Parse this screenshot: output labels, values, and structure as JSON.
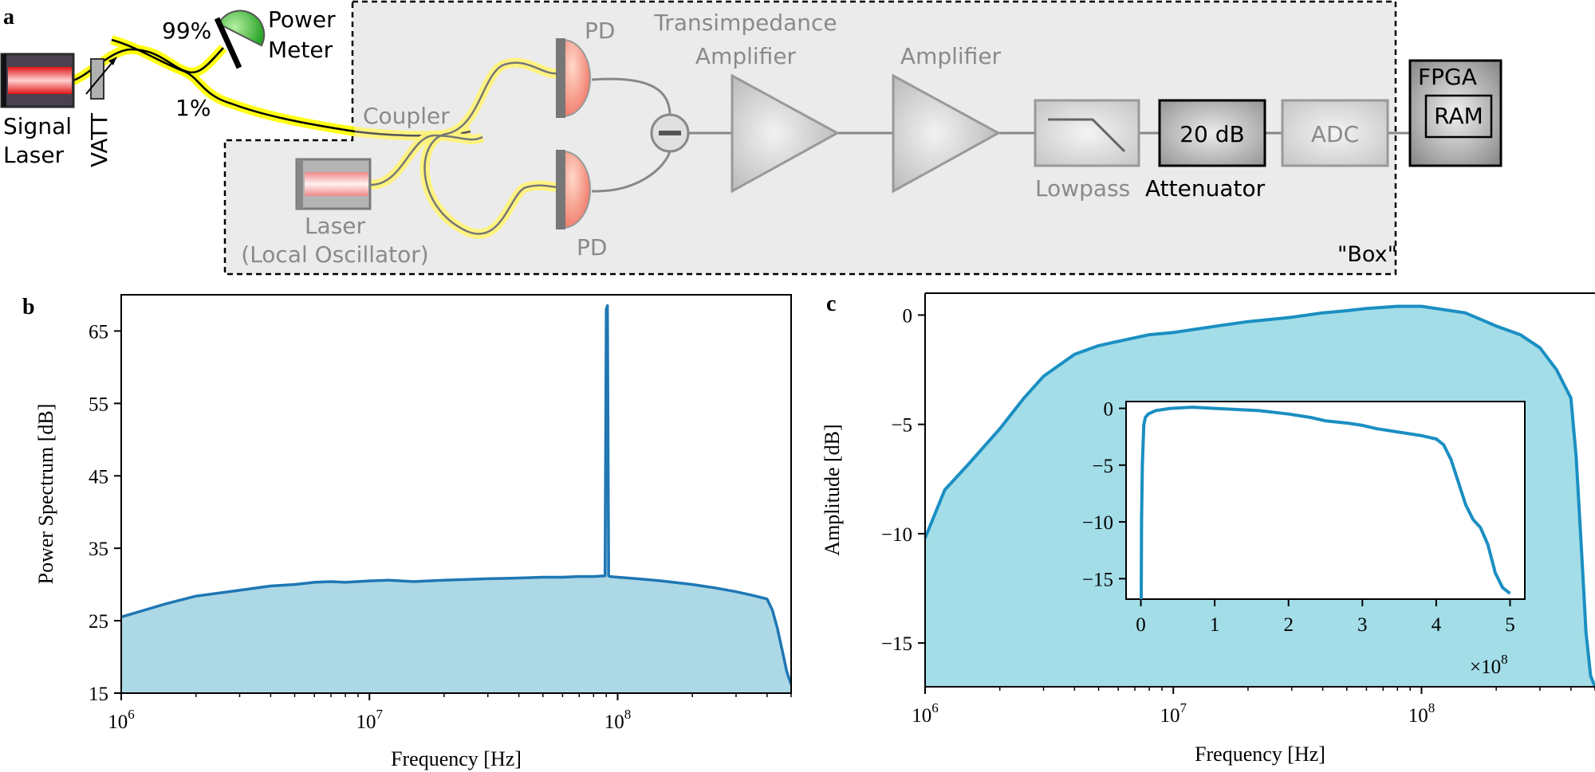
{
  "panel_labels": {
    "a": "a",
    "b": "b",
    "c": "c"
  },
  "diagram": {
    "signal_laser": [
      "Signal",
      "Laser"
    ],
    "vatt": "VATT",
    "split_high": "99%",
    "split_low": "1%",
    "power_meter": [
      "Power",
      "Meter"
    ],
    "coupler": "Coupler",
    "pd_top": "PD",
    "pd_bottom": "PD",
    "lo_laser": [
      "Laser",
      "(Local Oscillator)"
    ],
    "tia": [
      "Transimpedance",
      "Amplifier"
    ],
    "amplifier": "Amplifier",
    "lowpass": "Lowpass",
    "attenuator_value": "20 dB",
    "attenuator": "Attenuator",
    "adc": "ADC",
    "fpga": "FPGA",
    "ram": "RAM",
    "box": "\"Box\""
  },
  "chart_data": [
    {
      "type": "area",
      "panel": "b",
      "title": "",
      "xlabel": "Frequency [Hz]",
      "ylabel": "Power Spectrum [dB]",
      "xscale": "log",
      "xlim": [
        1000000,
        500000000
      ],
      "ylim": [
        15,
        70
      ],
      "yticks": [
        15,
        25,
        35,
        45,
        55,
        65
      ],
      "xtick_labels": [
        "10",
        "10",
        "10"
      ],
      "xtick_exponents": [
        "6",
        "7",
        "8"
      ],
      "xtick_values": [
        1000000,
        10000000,
        100000000
      ],
      "line_color": "#1f77b4",
      "fill_color": "#add8e6",
      "grid": false,
      "series": [
        {
          "x": [
            1000000,
            1500000,
            2000000,
            3000000,
            4000000,
            5000000,
            6000000,
            7000000,
            8000000,
            10000000,
            12000000,
            15000000,
            20000000,
            25000000,
            30000000,
            40000000,
            50000000,
            60000000,
            70000000,
            80000000,
            89000000,
            90000000,
            91000000,
            92000000,
            93000000,
            100000000,
            120000000,
            150000000,
            200000000,
            250000000,
            300000000,
            350000000,
            400000000,
            420000000,
            440000000,
            460000000,
            480000000,
            500000000
          ],
          "y": [
            25.5,
            27.3,
            28.4,
            29.2,
            29.8,
            30.0,
            30.3,
            30.4,
            30.3,
            30.5,
            30.6,
            30.4,
            30.6,
            30.7,
            30.8,
            30.9,
            31.0,
            31.0,
            31.1,
            31.1,
            31.2,
            68.0,
            68.5,
            31.2,
            31.1,
            31.0,
            30.8,
            30.5,
            30.0,
            29.5,
            29.0,
            28.5,
            28.0,
            26.5,
            24.0,
            21.0,
            18.0,
            16.2
          ]
        }
      ]
    },
    {
      "type": "area",
      "panel": "c",
      "title": "",
      "xlabel": "Frequency [Hz]",
      "ylabel": "Amplitude [dB]",
      "xscale": "log",
      "xlim": [
        1000000,
        500000000
      ],
      "ylim": [
        -17,
        1
      ],
      "yticks": [
        -15,
        -10,
        -5,
        0
      ],
      "ytick_labels": [
        "−15",
        "−10",
        "−5",
        "0"
      ],
      "xtick_labels": [
        "10",
        "10",
        "10"
      ],
      "xtick_exponents": [
        "6",
        "7",
        "8"
      ],
      "xtick_values": [
        1000000,
        10000000,
        100000000
      ],
      "line_color": "#1b8fc2",
      "fill_color": "#a3dde8",
      "grid": false,
      "series": [
        {
          "x": [
            1000000,
            1200000,
            1500000,
            2000000,
            2500000,
            3000000,
            4000000,
            5000000,
            6000000,
            8000000,
            10000000,
            15000000,
            20000000,
            30000000,
            40000000,
            50000000,
            60000000,
            80000000,
            100000000,
            150000000,
            200000000,
            250000000,
            300000000,
            350000000,
            400000000,
            420000000,
            440000000,
            460000000,
            480000000,
            500000000
          ],
          "y": [
            -10.2,
            -8.0,
            -6.8,
            -5.2,
            -3.8,
            -2.8,
            -1.8,
            -1.4,
            -1.2,
            -0.9,
            -0.8,
            -0.5,
            -0.3,
            -0.1,
            0.1,
            0.2,
            0.3,
            0.4,
            0.4,
            0.1,
            -0.5,
            -0.9,
            -1.5,
            -2.5,
            -3.8,
            -6.5,
            -10.5,
            -14.5,
            -16.5,
            -17.0
          ]
        }
      ],
      "inset": {
        "type": "line",
        "xscale": "linear",
        "xlim": [
          -0.2,
          5.2
        ],
        "ylim": [
          -16.8,
          0.6
        ],
        "xticks": [
          0,
          1,
          2,
          3,
          4,
          5
        ],
        "xtick_labels": [
          "0",
          "1",
          "2",
          "3",
          "4",
          "5"
        ],
        "yticks": [
          -15,
          -10,
          -5,
          0
        ],
        "ytick_labels": [
          "−15",
          "−10",
          "−5",
          "0"
        ],
        "offset_text": "×10",
        "offset_exponent": "8",
        "series": [
          {
            "x": [
              0.005,
              0.01,
              0.02,
              0.04,
              0.06,
              0.1,
              0.2,
              0.4,
              0.7,
              1.0,
              1.3,
              1.6,
              2.0,
              2.3,
              2.5,
              2.8,
              3.0,
              3.2,
              3.5,
              3.8,
              4.0,
              4.1,
              4.2,
              4.3,
              4.4,
              4.5,
              4.6,
              4.7,
              4.8,
              4.9,
              5.0
            ],
            "y": [
              -17.0,
              -10.0,
              -5.0,
              -1.5,
              -0.8,
              -0.5,
              -0.2,
              0.0,
              0.1,
              0.0,
              -0.1,
              -0.2,
              -0.5,
              -0.8,
              -1.1,
              -1.3,
              -1.5,
              -1.8,
              -2.1,
              -2.4,
              -2.7,
              -3.2,
              -4.5,
              -6.5,
              -8.5,
              -9.8,
              -10.5,
              -12.0,
              -14.5,
              -15.8,
              -16.3
            ]
          }
        ]
      }
    }
  ]
}
